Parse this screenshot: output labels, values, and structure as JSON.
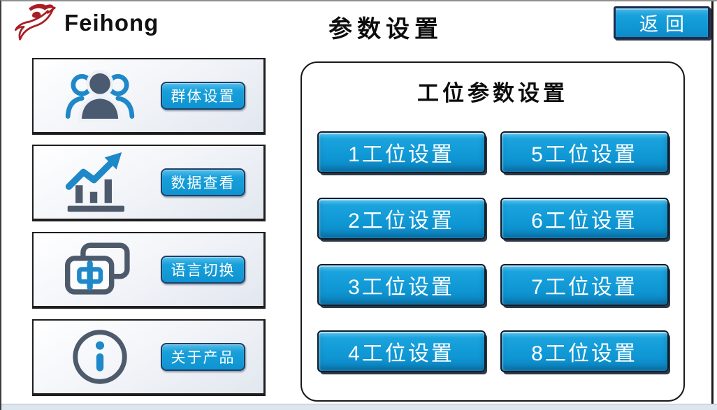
{
  "header": {
    "brand": "Feihong",
    "title": "参数设置",
    "back_label": "返回"
  },
  "sidebar": {
    "items": [
      {
        "label": "群体设置",
        "icon": "group-icon"
      },
      {
        "label": "数据查看",
        "icon": "chart-icon"
      },
      {
        "label": "语言切换",
        "icon": "language-icon"
      },
      {
        "label": "关于产品",
        "icon": "info-icon"
      }
    ]
  },
  "station_panel": {
    "title": "工位参数设置",
    "buttons": [
      "1工位设置",
      "2工位设置",
      "3工位设置",
      "4工位设置",
      "5工位设置",
      "6工位设置",
      "7工位设置",
      "8工位设置"
    ]
  },
  "colors": {
    "accent_blue": "#129bd7",
    "button_border_navy": "#1d3f66",
    "logo_red": "#a81e23",
    "icon_slate": "#4e5a6e",
    "icon_blue": "#1e88c8",
    "footer_strip": "#dde5ee"
  }
}
